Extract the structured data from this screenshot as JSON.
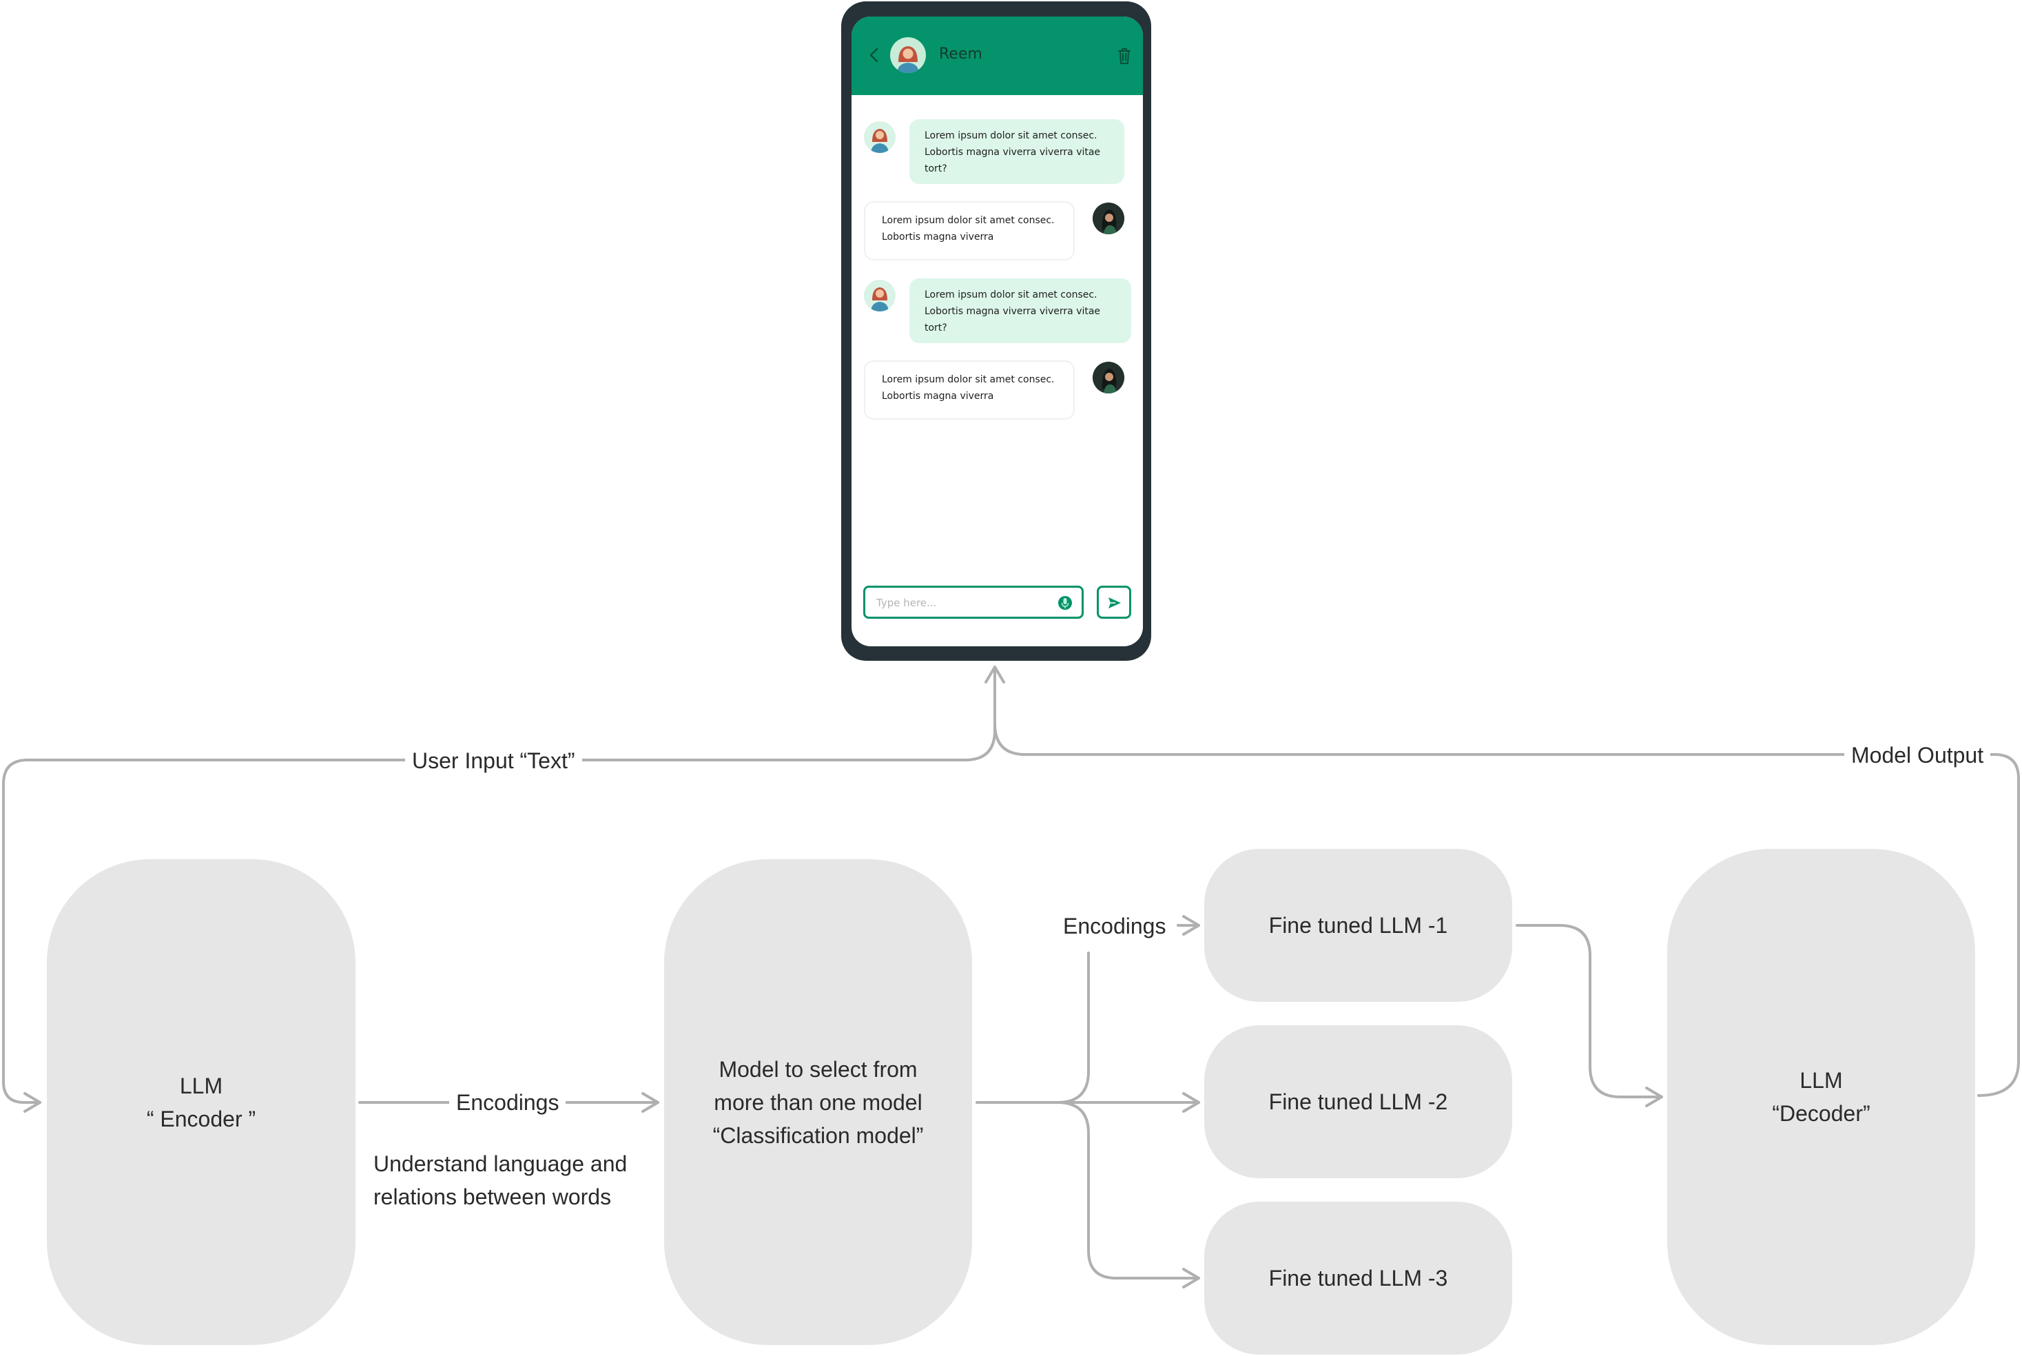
{
  "chat": {
    "contact_name": "Reem",
    "messages": [
      {
        "from": "bot",
        "text": "Lorem ipsum dolor sit amet consec.\nLobortis magna viverra viverra vitae\ntort?"
      },
      {
        "from": "user",
        "text": "Lorem ipsum dolor sit amet consec.\nLobortis magna viverra"
      },
      {
        "from": "bot",
        "text": "Lorem ipsum dolor sit amet consec.\nLobortis magna viverra viverra vitae\ntort?"
      },
      {
        "from": "user",
        "text": "Lorem ipsum dolor sit amet consec.\nLobortis magna viverra"
      }
    ],
    "input_placeholder": "Type here...",
    "accent_color": "#04936a",
    "frame_color": "#263238",
    "icons": [
      "back-icon",
      "avatar",
      "trash-icon",
      "microphone-icon",
      "send-icon"
    ]
  },
  "diagram": {
    "nodes": {
      "encoder": {
        "line1": "LLM",
        "line2": "“ Encoder ”"
      },
      "classifier": {
        "line1": "Model to select from",
        "line2": "more than one model",
        "line3": "“Classification model”"
      },
      "ft1": "Fine tuned LLM -1",
      "ft2": "Fine tuned LLM -2",
      "ft3": "Fine tuned LLM -3",
      "decoder": {
        "line1": "LLM",
        "line2": "“Decoder”"
      }
    },
    "edge_labels": {
      "user_input": "User Input “Text”",
      "model_output": "Model Output",
      "encodings_1": "Encodings",
      "encodings_2": "Encodings"
    },
    "description": {
      "line1": "Understand language and",
      "line2": "relations between words"
    },
    "node_fill": "#e6e6e6",
    "edge_color": "#b0b0b0"
  }
}
